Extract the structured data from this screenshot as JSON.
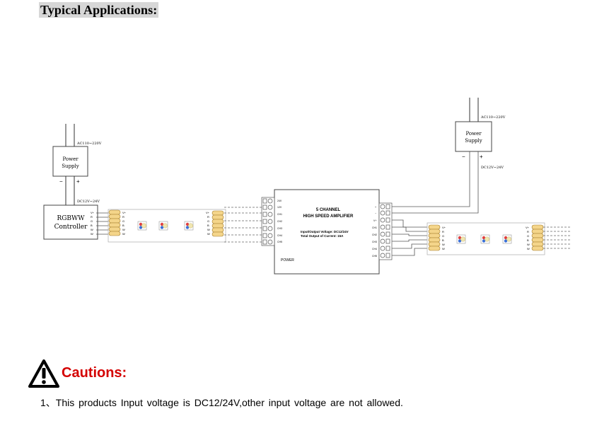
{
  "heading": "Typical Applications:",
  "left_psu": {
    "ac_label": "AC110~220V",
    "title_line1": "Power",
    "title_line2": "Supply",
    "minus": "−",
    "plus": "+",
    "dc_label": "DC12V~24V"
  },
  "controller": {
    "line1": "RGBWW",
    "line2": "Controller",
    "pins": [
      "V+",
      "R",
      "G",
      "B",
      "W",
      "W"
    ]
  },
  "strip_left": {
    "in_pins": [
      "V+",
      "R",
      "G",
      "B",
      "W",
      "W"
    ],
    "out_pins": [
      "V+",
      "R",
      "G",
      "B",
      "W",
      "W"
    ]
  },
  "amplifier": {
    "line1": "5 CHANNEL",
    "line2": "HIGH SPEED AMPLIFIER",
    "spec1": "Input/Output Voltage: DC12/24V",
    "spec2": "Total Output of Current: 15A",
    "power": "POWER",
    "input_pins": [
      "24V",
      "12V",
      "CH1",
      "CH2",
      "CH3",
      "CH4",
      "CH5"
    ],
    "output_pins": [
      "+",
      "−",
      "V+",
      "CH1",
      "CH2",
      "CH3",
      "CH4",
      "CH5"
    ]
  },
  "right_psu": {
    "ac_label": "AC110~220V",
    "title_line1": "Power",
    "title_line2": "Supply",
    "minus": "−",
    "plus": "+",
    "dc_label": "DC12V~24V"
  },
  "strip_right": {
    "in_pins": [
      "V+",
      "R",
      "G",
      "B",
      "W",
      "W"
    ],
    "out_pins": [
      "V+",
      "R",
      "G",
      "B",
      "W",
      "W"
    ]
  },
  "caution": {
    "title": "Cautions:",
    "line": "1、This products Input voltage is DC12/24V,other input voltage are not allowed."
  },
  "colors": {
    "caution_red": "#d40000",
    "connector_yellow": "#f4d58a",
    "heading_bg": "#d7d7d7"
  }
}
